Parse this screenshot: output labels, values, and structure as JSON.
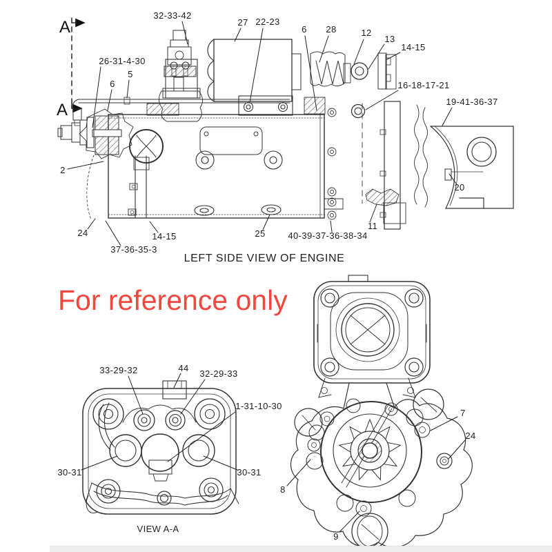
{
  "colors": {
    "line": "#333333",
    "label": "#1c1c1c",
    "watermark_red": "#f4453e",
    "footer_strip": "#ededed"
  },
  "watermark": {
    "text": "For reference only"
  },
  "engine_view": {
    "caption": "LEFT SIDE VIEW OF ENGINE",
    "section_letter": "A",
    "callouts": [
      "32-33-42",
      "27",
      "22-23",
      "6",
      "28",
      "12",
      "13",
      "14-15",
      "16-18-17-21",
      "19-41-36-37",
      "20",
      "11",
      "40-39-37-36-38-34",
      "25",
      "14-15",
      "37-36-35-3",
      "24",
      "2",
      "26-31-4-30",
      "5",
      "6"
    ]
  },
  "view_aa": {
    "caption": "VIEW A-A",
    "callouts": [
      "33-29-32",
      "44",
      "32-29-33",
      "1-31-10-30",
      "30-31",
      "30-31"
    ]
  },
  "starter_view": {
    "callouts": [
      "7",
      "24",
      "8",
      "9"
    ]
  }
}
